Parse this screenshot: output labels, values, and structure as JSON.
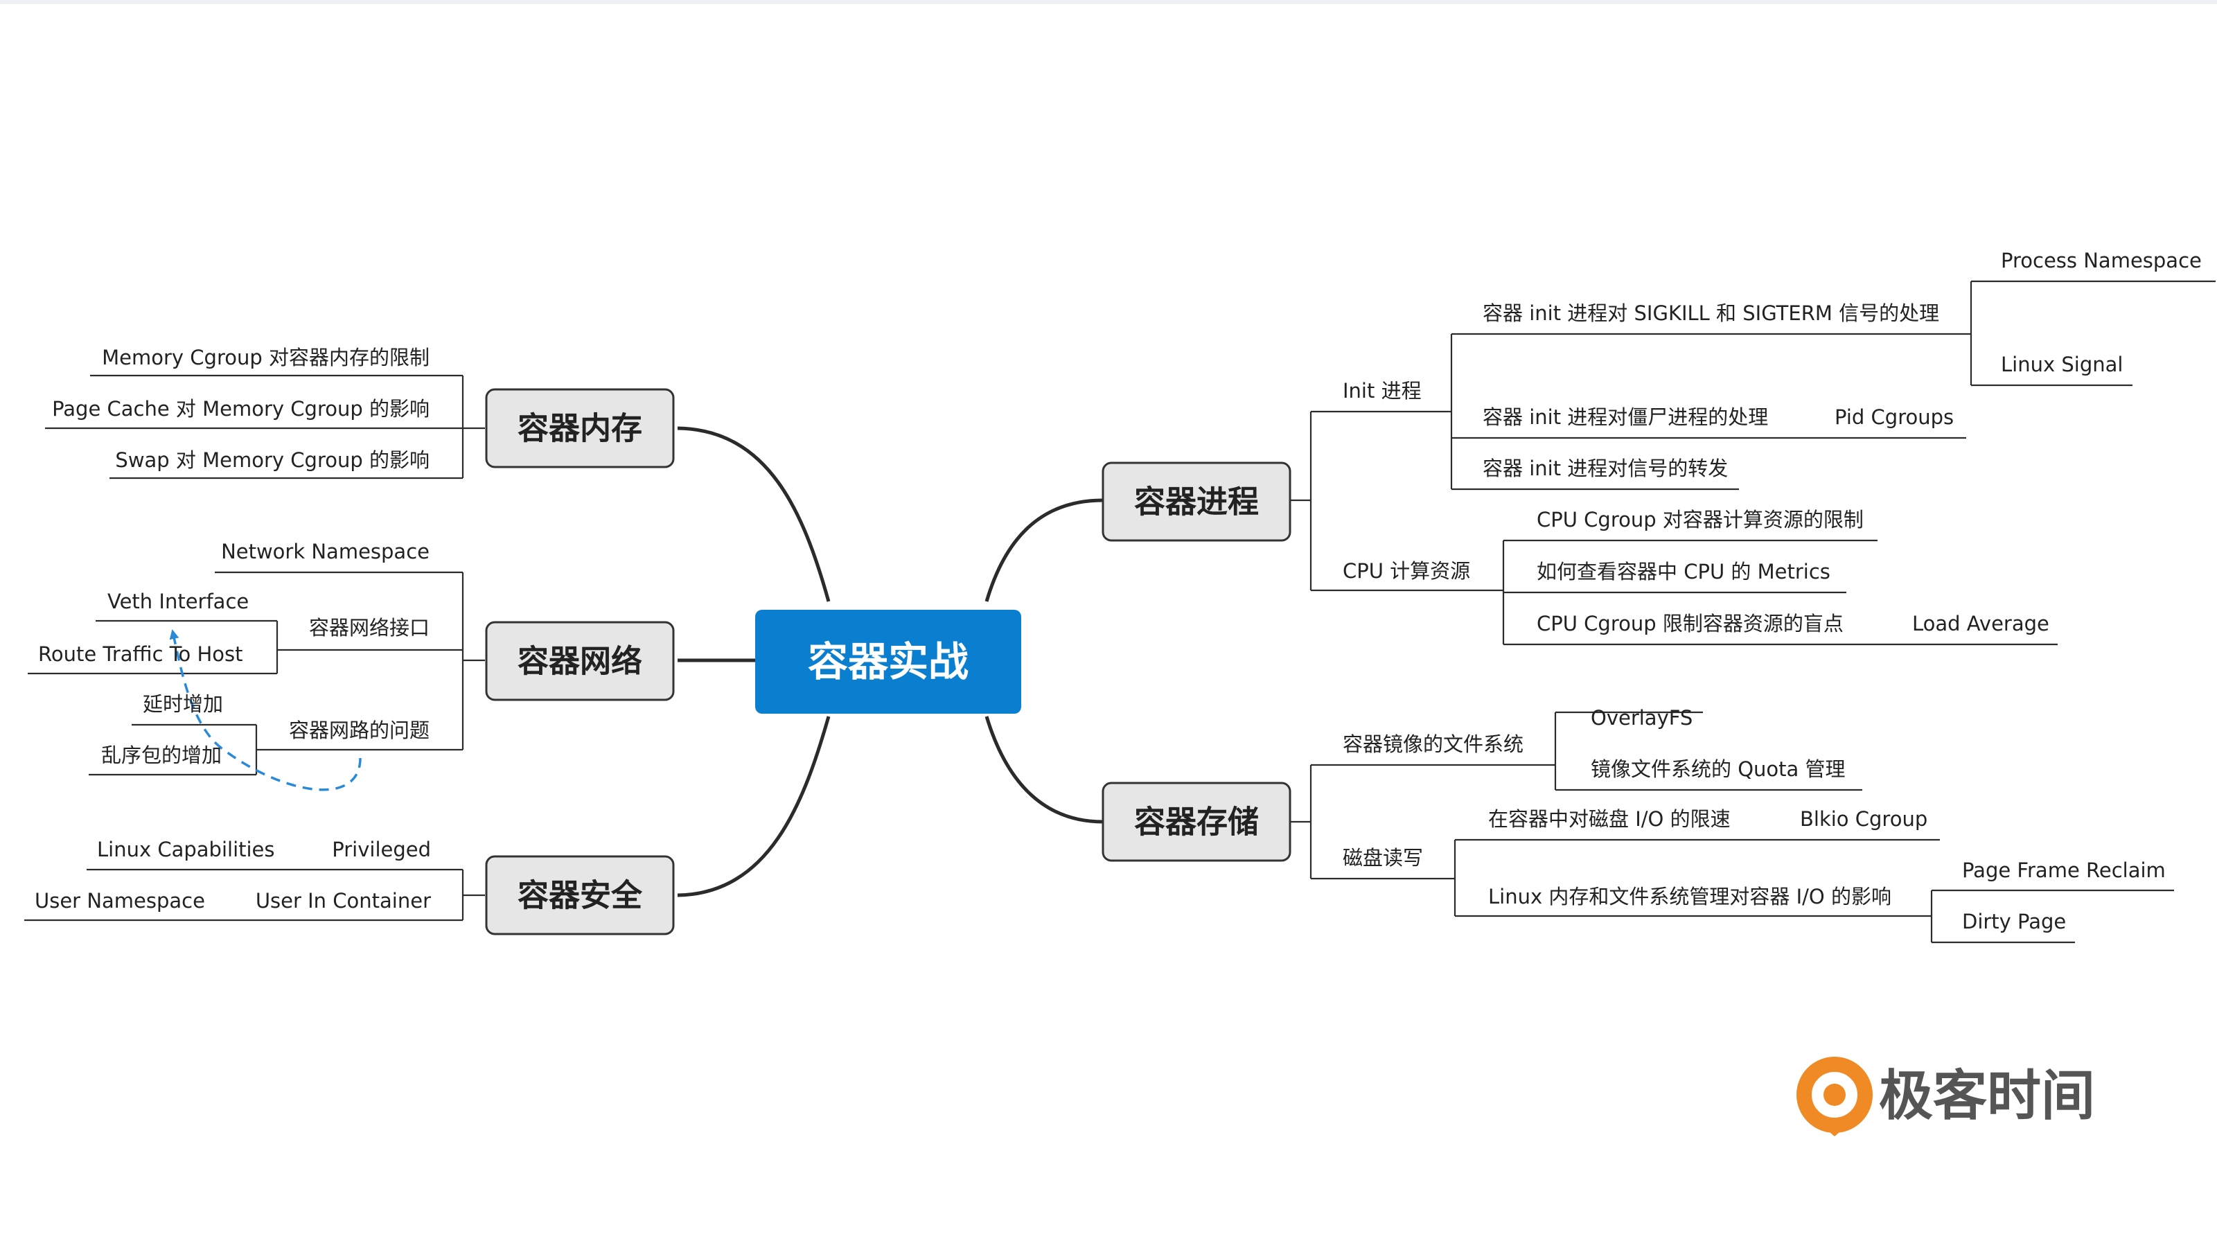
{
  "center": {
    "label": "容器实战"
  },
  "branches": {
    "memory": {
      "label": "容器内存",
      "items": [
        "Memory Cgroup 对容器内存的限制",
        "Page Cache 对 Memory Cgroup 的影响",
        "Swap 对 Memory Cgroup 的影响"
      ]
    },
    "network": {
      "label": "容器网络",
      "network_namespace": "Network Namespace",
      "interface": {
        "label": "容器网络接口",
        "children": [
          "Veth Interface",
          "Route Traffic To Host"
        ]
      },
      "problems": {
        "label": "容器网路的问题",
        "children": [
          "延时增加",
          "乱序包的增加"
        ]
      }
    },
    "security": {
      "label": "容器安全",
      "privileged": {
        "label": "Privileged",
        "child": "Linux Capabilities"
      },
      "user_in_container": {
        "label": "User In Container",
        "child": "User Namespace"
      }
    },
    "process": {
      "label": "容器进程",
      "init": {
        "label": "Init 进程",
        "signal_handling": {
          "label": "容器 init 进程对 SIGKILL 和 SIGTERM 信号的处理",
          "children": [
            "Process Namespace",
            "Linux Signal"
          ]
        },
        "zombie": {
          "label": "容器 init 进程对僵尸进程的处理",
          "child": "Pid Cgroups"
        },
        "forwarding": {
          "label": "容器 init 进程对信号的转发"
        }
      },
      "cpu": {
        "label": "CPU 计算资源",
        "items": [
          "CPU Cgroup 对容器计算资源的限制",
          "如何查看容器中 CPU 的 Metrics",
          "CPU Cgroup 限制容器资源的盲点"
        ],
        "blind_spot_child": "Load Average"
      }
    },
    "storage": {
      "label": "容器存储",
      "image_fs": {
        "label": "容器镜像的文件系统",
        "children": [
          "OverlayFS",
          "镜像文件系统的 Quota 管理"
        ]
      },
      "disk_io": {
        "label": "磁盘读写",
        "throttle": {
          "label": "在容器中对磁盘 I/O 的限速",
          "child": "Blkio Cgroup"
        },
        "linux_mem": {
          "label": "Linux 内存和文件系统管理对容器 I/O 的影响",
          "children": [
            "Page Frame Reclaim",
            "Dirty Page"
          ]
        }
      }
    }
  },
  "logo": {
    "text": "极客时间"
  },
  "colors": {
    "center_fill": "#0a7fd0",
    "node_fill": "#e6e6e6",
    "node_border": "#333333",
    "line": "#2b2b2b",
    "dashed_arrow": "#2a8ad8",
    "logo_orange": "#f08a24"
  }
}
